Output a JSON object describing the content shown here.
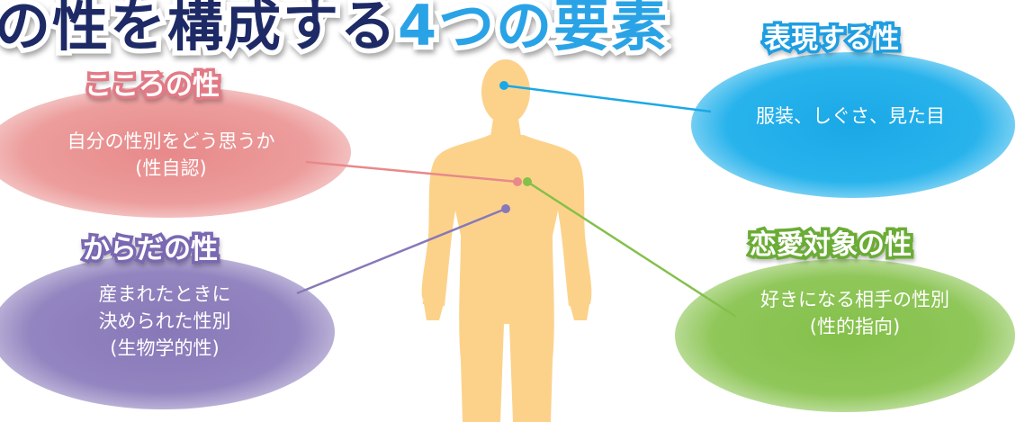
{
  "title": {
    "part1": "の性を構成する",
    "part2": "4つの要素"
  },
  "elements": {
    "kokoro": {
      "heading": "こころの性",
      "lines": [
        "自分の性別をどう思うか",
        "(性自認)"
      ],
      "color": "#e8898a"
    },
    "karada": {
      "heading": "からだの性",
      "lines": [
        "産まれたときに",
        "決められた性別",
        "(生物学的性)"
      ],
      "color": "#8878b8"
    },
    "hyogen": {
      "heading": "表現する性",
      "lines": [
        "服装、しぐさ、見た目"
      ],
      "color": "#1aa8e6"
    },
    "renai": {
      "heading": "恋愛対象の性",
      "lines": [
        "好きになる相手の性別",
        "(性的指向)"
      ],
      "color": "#84c04a"
    }
  },
  "figure": {
    "body_color": "#fcd28b"
  }
}
